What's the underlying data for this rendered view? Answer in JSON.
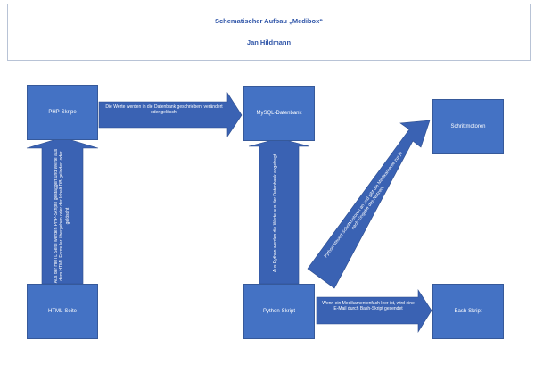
{
  "header": {
    "title": "Schematischer Aufbau „Medibox“",
    "author": "Jan Hildmann"
  },
  "nodes": {
    "php": "PHP-Skripe",
    "mysql": "MySQL-Datenbank",
    "motors": "Schrittmotoren",
    "html": "HTML-Seite",
    "python": "Python-Skript",
    "bash": "Bash-Skript"
  },
  "arrows": {
    "php_to_mysql": "Die Werte werden in die Datenbank geschrieben, verändert oder gelöscht",
    "html_to_php": "Aus der HMTL Seite werden PHP-Skripte gestaggert und Werte aus dem HTML Formular übergeben oder der Inhalt DB gelindert oder gelöscht",
    "python_to_mysql": "Aus Python werden die Werte aus der Datenbank abgefragt",
    "python_to_motors": "Python steuert Schrittmotoren an und gibt die Medikamente zur je nach Eingabe des Nutzers",
    "python_to_bash": "Wenn ein Medikamentenfach leer ist, wird eine E-Mail durch Bash-Skript gesendet"
  },
  "colors": {
    "box": "#4472c4",
    "arrow": "#3a62b3",
    "title": "#2f55a8"
  }
}
